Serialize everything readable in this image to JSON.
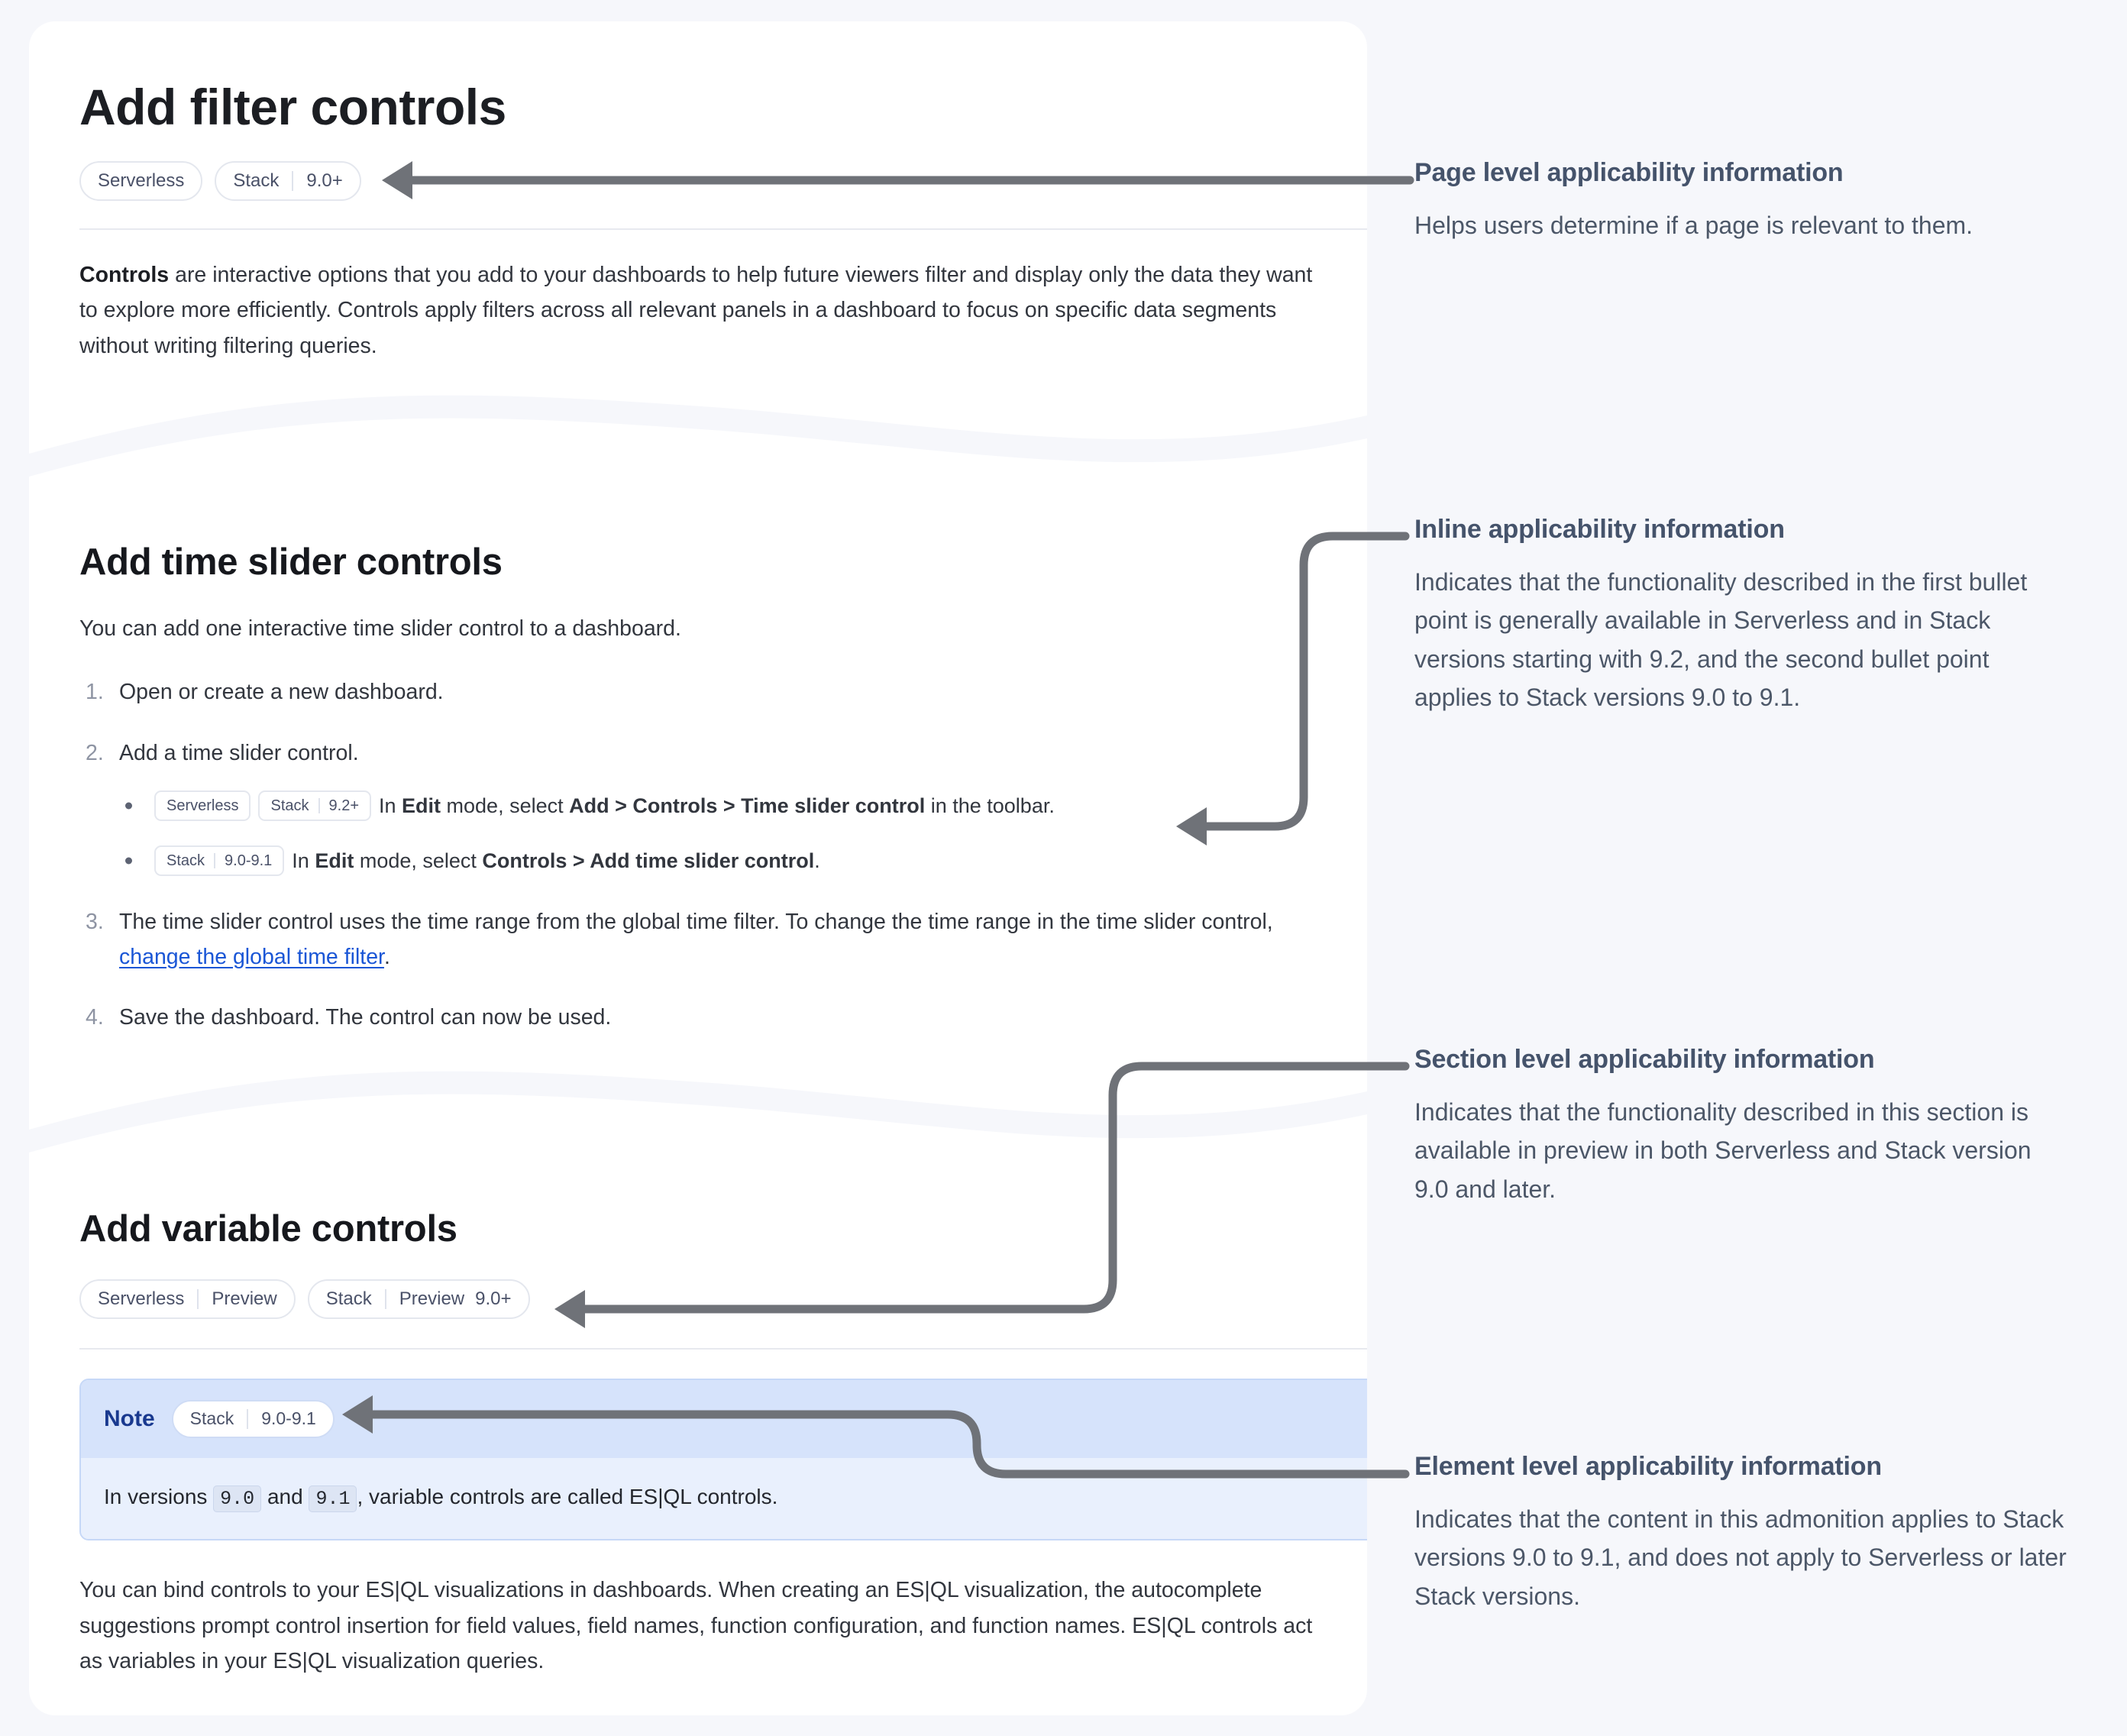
{
  "document": {
    "page_title": "Add filter controls",
    "page_badges": [
      {
        "key": "Serverless",
        "value": ""
      },
      {
        "key": "Stack",
        "value": "9.0+"
      }
    ],
    "intro": {
      "lead": "Controls",
      "rest": " are interactive options that you add to your dashboards to help future viewers filter and display only the data they want to explore more efficiently. Controls apply filters across all relevant panels in a dashboard to focus on specific data segments without writing filtering queries."
    },
    "section_time_slider": {
      "heading": "Add time slider controls",
      "intro": "You can add one interactive time slider control to a dashboard.",
      "steps": [
        {
          "text": "Open or create a new dashboard."
        },
        {
          "text": "Add a time slider control."
        },
        {
          "text_a": "The time slider control uses the time range from the global time filter. To change the time range in the time slider control, ",
          "link": "change the global time filter",
          "text_b": "."
        },
        {
          "text": "Save the dashboard. The control can now be used."
        }
      ],
      "bullets": [
        {
          "badges": [
            {
              "key": "Serverless",
              "value": ""
            },
            {
              "key": "Stack",
              "value": "9.2+"
            }
          ],
          "prefix": "In ",
          "bold1": "Edit",
          "mid1": " mode, select ",
          "bold2": "Add",
          "sep1": " > ",
          "bold3": "Controls",
          "sep2": " > ",
          "bold4": "Time slider control",
          "suffix": " in the toolbar."
        },
        {
          "badges": [
            {
              "key": "Stack",
              "value": "9.0-9.1"
            }
          ],
          "prefix": "In ",
          "bold1": "Edit",
          "mid1": " mode, select ",
          "bold2": "Controls",
          "sep1": " > ",
          "bold3": "Add time slider control",
          "sep2": "",
          "bold4": "",
          "suffix": "."
        }
      ]
    },
    "section_variable": {
      "heading": "Add variable controls",
      "badges": [
        {
          "key": "Serverless",
          "value": "Preview",
          "value2": ""
        },
        {
          "key": "Stack",
          "value": "Preview",
          "value2": "9.0+"
        }
      ],
      "note": {
        "label": "Note",
        "badge": {
          "key": "Stack",
          "value": "9.0-9.1"
        },
        "body_a": "In versions ",
        "code1": "9.0",
        "body_b": " and ",
        "code2": "9.1",
        "body_c": ", variable controls are called ES|QL controls."
      },
      "paragraph": "You can bind controls to your ES|QL visualizations in dashboards. When creating an ES|QL visualization, the autocomplete suggestions prompt control insertion for field values, field names, function configuration, and function names. ES|QL controls act as variables in your ES|QL visualization queries."
    }
  },
  "annotations": [
    {
      "id": "page-level",
      "title": "Page level applicability information",
      "description": "Helps users determine if a page is relevant to them."
    },
    {
      "id": "inline",
      "title": "Inline applicability information",
      "description": "Indicates that the functionality described in the first bullet point is generally available in Serverless and in Stack versions starting with 9.2, and the second bullet point applies to Stack versions 9.0 to 9.1."
    },
    {
      "id": "section-level",
      "title": "Section level applicability information",
      "description": "Indicates that the functionality described in this section is available in preview in both Serverless and Stack version 9.0 and later."
    },
    {
      "id": "element-level",
      "title": "Element level applicability information",
      "description": "Indicates that the content in this admonition applies to Stack versions 9.0 to 9.1, and does not apply to Serverless or later Stack versions."
    }
  ],
  "colors": {
    "page_background": "#f6f7fb",
    "card_background": "#ffffff",
    "link": "#1a56d6",
    "connector": "#6f7278",
    "note_background": "#e9f0fd",
    "note_header": "#d6e3fb",
    "note_label": "#19398f",
    "annotation_heading": "#45536b",
    "annotation_body": "#4c5768",
    "badge_border": "#e4e7ee",
    "badge_text": "#4a5168"
  }
}
